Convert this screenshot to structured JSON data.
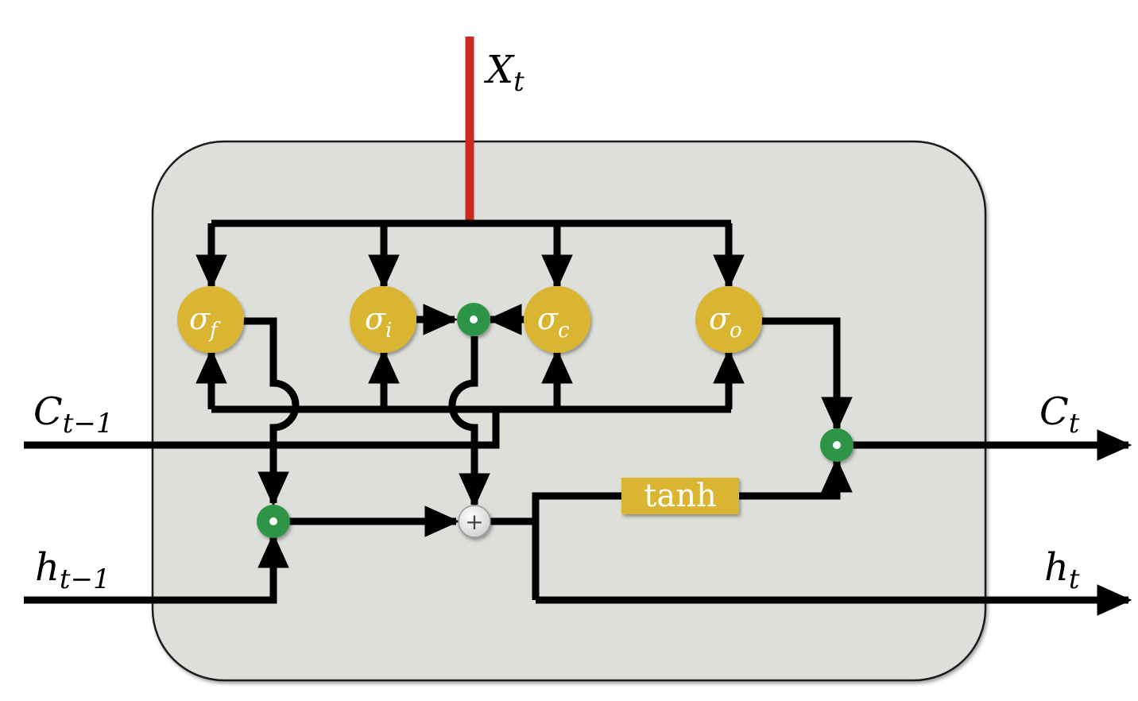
{
  "labels": {
    "x_input": {
      "base": "X",
      "sub": "t"
    },
    "c_prev": {
      "base": "C",
      "sub": "t−1"
    },
    "h_prev": {
      "base": "h",
      "sub": "t−1"
    },
    "c_out": {
      "base": "C",
      "sub": "t"
    },
    "h_out": {
      "base": "h",
      "sub": "t"
    }
  },
  "gates": {
    "forget": {
      "base": "σ",
      "sub": "f"
    },
    "input": {
      "base": "σ",
      "sub": "i"
    },
    "candidate": {
      "base": "σ",
      "sub": "c"
    },
    "output": {
      "base": "σ",
      "sub": "o"
    }
  },
  "ops": {
    "tanh": "tanh",
    "add": "+"
  },
  "colors": {
    "cell_fill": "#dddfda",
    "cell_stroke": "#1a1a1a",
    "gate_fill": "#d9b531",
    "mult_fill": "#2e9446",
    "add_fill": "#eeeeee",
    "input_line": "#cc2a1e",
    "input_text": "#b8231a",
    "wire": "#000000"
  }
}
